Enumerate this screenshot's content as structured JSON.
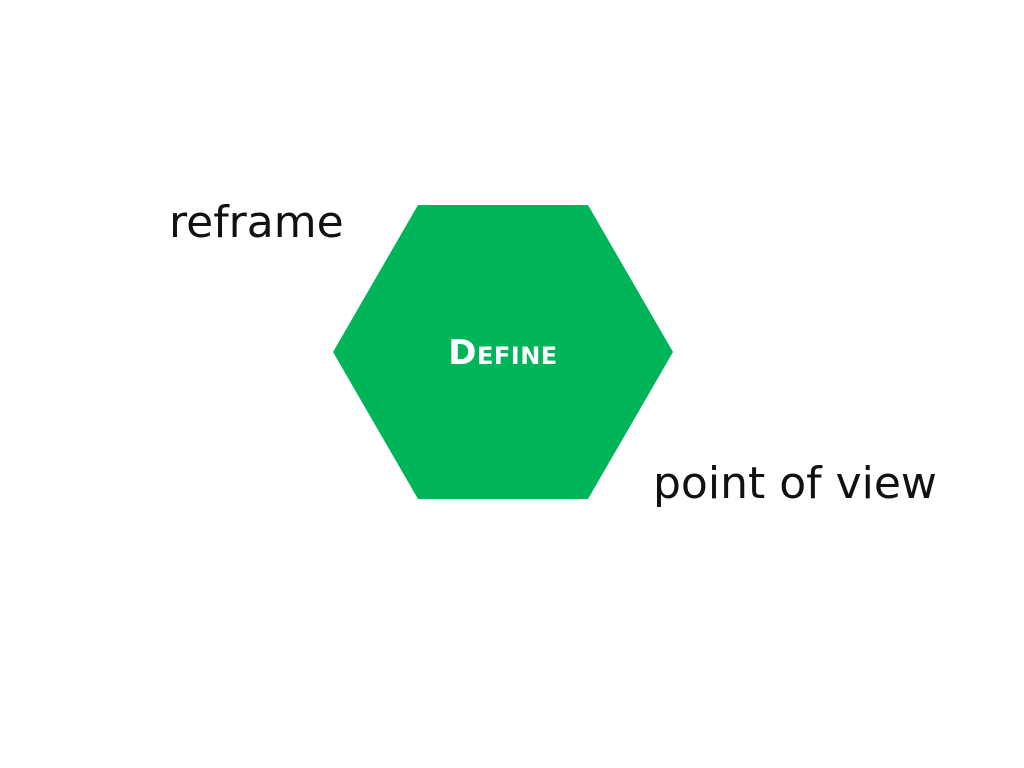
{
  "diagram": {
    "center_label": "Define",
    "top_left_label": "reframe",
    "bottom_right_label": "point of view",
    "hexagon_color": "#00b45a",
    "center_text_color": "#ffffff",
    "label_color": "#111111",
    "background_color": "#ffffff"
  }
}
